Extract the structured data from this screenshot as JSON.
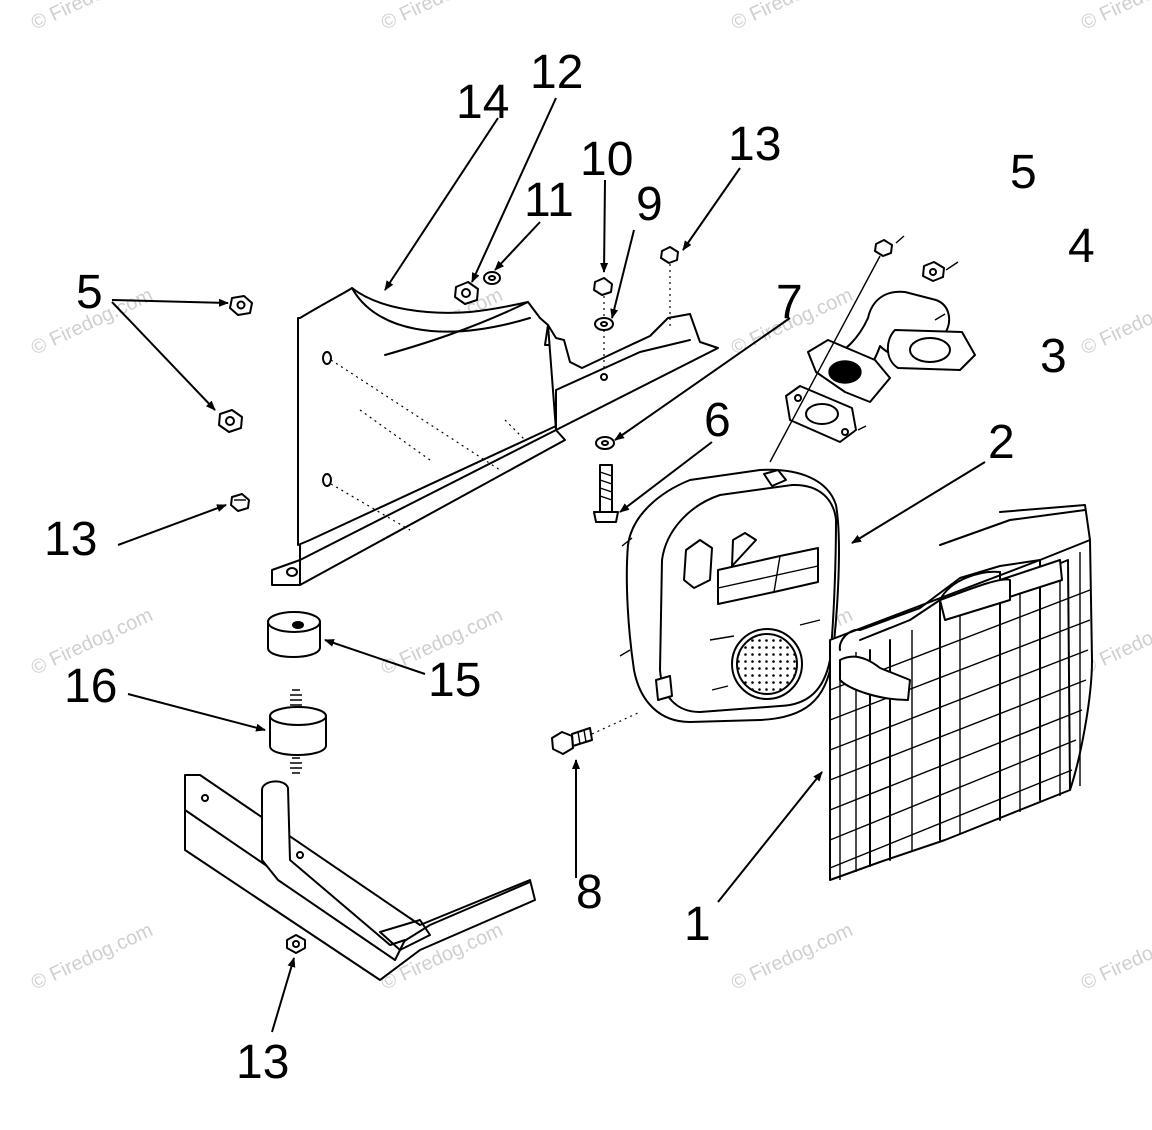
{
  "watermark": "© Firedog.com",
  "callouts": [
    {
      "id": "14",
      "text": "14"
    },
    {
      "id": "12",
      "text": "12"
    },
    {
      "id": "10",
      "text": "10"
    },
    {
      "id": "11",
      "text": "11"
    },
    {
      "id": "9",
      "text": "9"
    },
    {
      "id": "13a",
      "text": "13"
    },
    {
      "id": "5a",
      "text": "5"
    },
    {
      "id": "4",
      "text": "4"
    },
    {
      "id": "3",
      "text": "3"
    },
    {
      "id": "5b",
      "text": "5"
    },
    {
      "id": "7",
      "text": "7"
    },
    {
      "id": "6",
      "text": "6"
    },
    {
      "id": "2",
      "text": "2"
    },
    {
      "id": "13b",
      "text": "13"
    },
    {
      "id": "16",
      "text": "16"
    },
    {
      "id": "15",
      "text": "15"
    },
    {
      "id": "8",
      "text": "8"
    },
    {
      "id": "1",
      "text": "1"
    },
    {
      "id": "13c",
      "text": "13"
    }
  ]
}
